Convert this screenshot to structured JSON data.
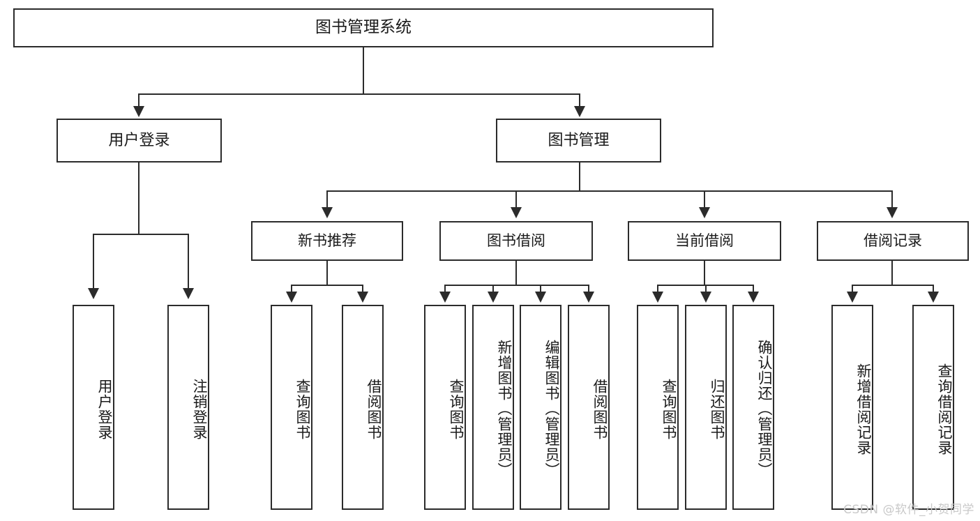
{
  "diagram": {
    "title": "图书管理系统",
    "root": {
      "label": "图书管理系统"
    },
    "level2": [
      {
        "label": "用户登录"
      },
      {
        "label": "图书管理"
      }
    ],
    "level3": [
      {
        "label": "新书推荐"
      },
      {
        "label": "图书借阅"
      },
      {
        "label": "当前借阅"
      },
      {
        "label": "借阅记录"
      }
    ],
    "leaves": {
      "user_login": [
        {
          "label": "用户登录"
        },
        {
          "label": "注销登录"
        }
      ],
      "new_book_recommend": [
        {
          "label": "查询图书"
        },
        {
          "label": "借阅图书"
        }
      ],
      "book_borrow": [
        {
          "label": "查询图书"
        },
        {
          "label": "新增图书（管理员）"
        },
        {
          "label": "编辑图书（管理员）"
        },
        {
          "label": "借阅图书"
        }
      ],
      "current_borrow": [
        {
          "label": "查询图书"
        },
        {
          "label": "归还图书"
        },
        {
          "label": "确认归还（管理员）"
        }
      ],
      "borrow_record": [
        {
          "label": "新增借阅记录"
        },
        {
          "label": "查询借阅记录"
        }
      ]
    }
  },
  "watermark": {
    "text": "CSDN @软件_小贺同学"
  },
  "colors": {
    "stroke": "#2b2b2b",
    "fill": "#ffffff",
    "text": "#1a1a1a",
    "watermark": "#c9c9c9"
  }
}
